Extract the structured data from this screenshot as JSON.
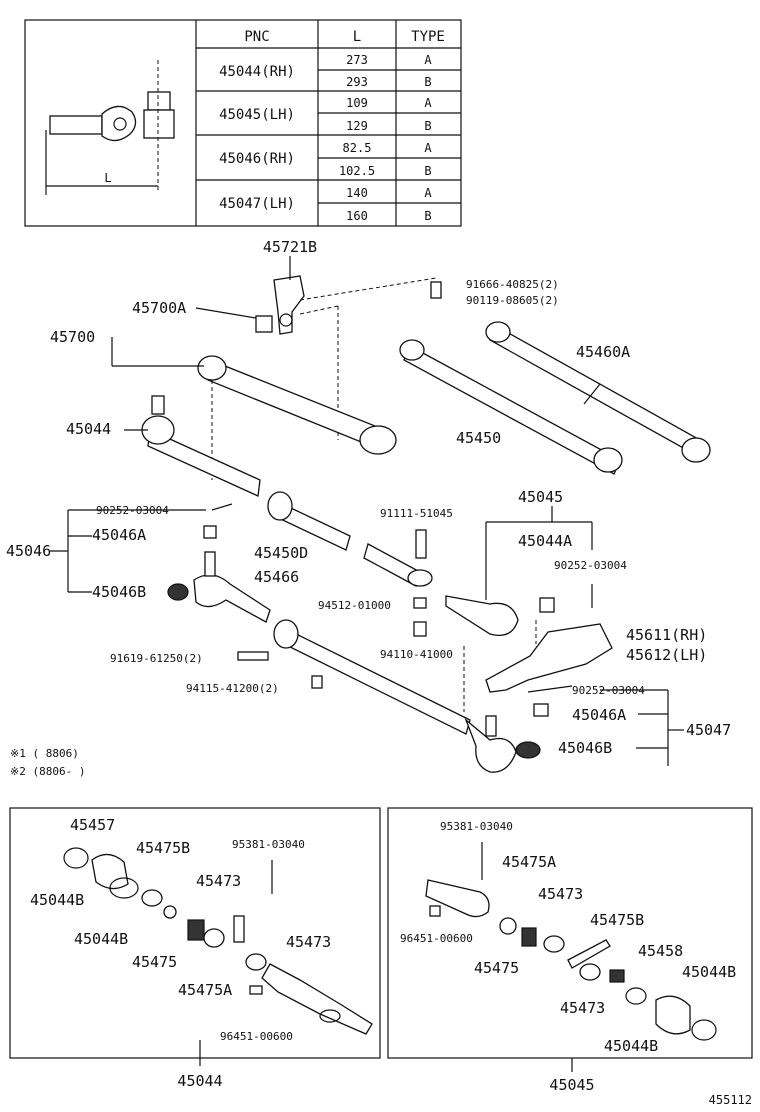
{
  "table": {
    "headers": [
      "PNC",
      "L",
      "TYPE"
    ],
    "rows": [
      {
        "pnc": "45044(RH)",
        "l1": "273",
        "t1": "A",
        "l2": "293",
        "t2": "B"
      },
      {
        "pnc": "45045(LH)",
        "l1": "109",
        "t1": "A",
        "l2": "129",
        "t2": "B"
      },
      {
        "pnc": "45046(RH)",
        "l1": "82.5",
        "t1": "A",
        "l2": "102.5",
        "t2": "B"
      },
      {
        "pnc": "45047(LH)",
        "l1": "140",
        "t1": "A",
        "l2": "160",
        "t2": "B"
      }
    ],
    "dim_label": "L"
  },
  "labels": {
    "p45721B": "45721B",
    "p91666": "91666-40825(2)",
    "p90119": "90119-08605(2)",
    "p45700A": "45700A",
    "p45700": "45700",
    "p45460A": "45460A",
    "p45044": "45044",
    "p45450": "45450",
    "p90252a": "90252-03004",
    "p45046A": "45046A",
    "p45046": "45046",
    "p45046B": "45046B",
    "p45450D": "45450D",
    "p45466": "45466",
    "p91111": "91111-51045",
    "p45045": "45045",
    "p45044A": "45044A",
    "p90252b": "90252-03004",
    "p94512": "94512-01000",
    "p94110": "94110-41000",
    "p45611": "45611(RH)",
    "p45612": "45612(LH)",
    "p91619": "91619-61250(2)",
    "p94115": "94115-41200(2)",
    "p90252c": "90252-03004",
    "p45046A2": "45046A",
    "p45047": "45047",
    "p45046B2": "45046B",
    "note1": "※1 (    8806)",
    "note2": "※2 (8806-    )"
  },
  "left_box": {
    "p45457": "45457",
    "p45475B": "45475B",
    "p95381": "95381-03040",
    "p45044B_1": "45044B",
    "p45473_1": "45473",
    "p45044B_2": "45044B",
    "p45473_2": "45473",
    "p45475": "45475",
    "p45475A": "45475A",
    "p96451": "96451-00600",
    "caption": "45044"
  },
  "right_box": {
    "p95381": "95381-03040",
    "p45475A": "45475A",
    "p45473_1": "45473",
    "p96451": "96451-00600",
    "p45475B": "45475B",
    "p45475": "45475",
    "p45458": "45458",
    "p45044B_1": "45044B",
    "p45473_2": "45473",
    "p45044B_2": "45044B",
    "caption": "45045"
  },
  "diagram_id": "455112"
}
